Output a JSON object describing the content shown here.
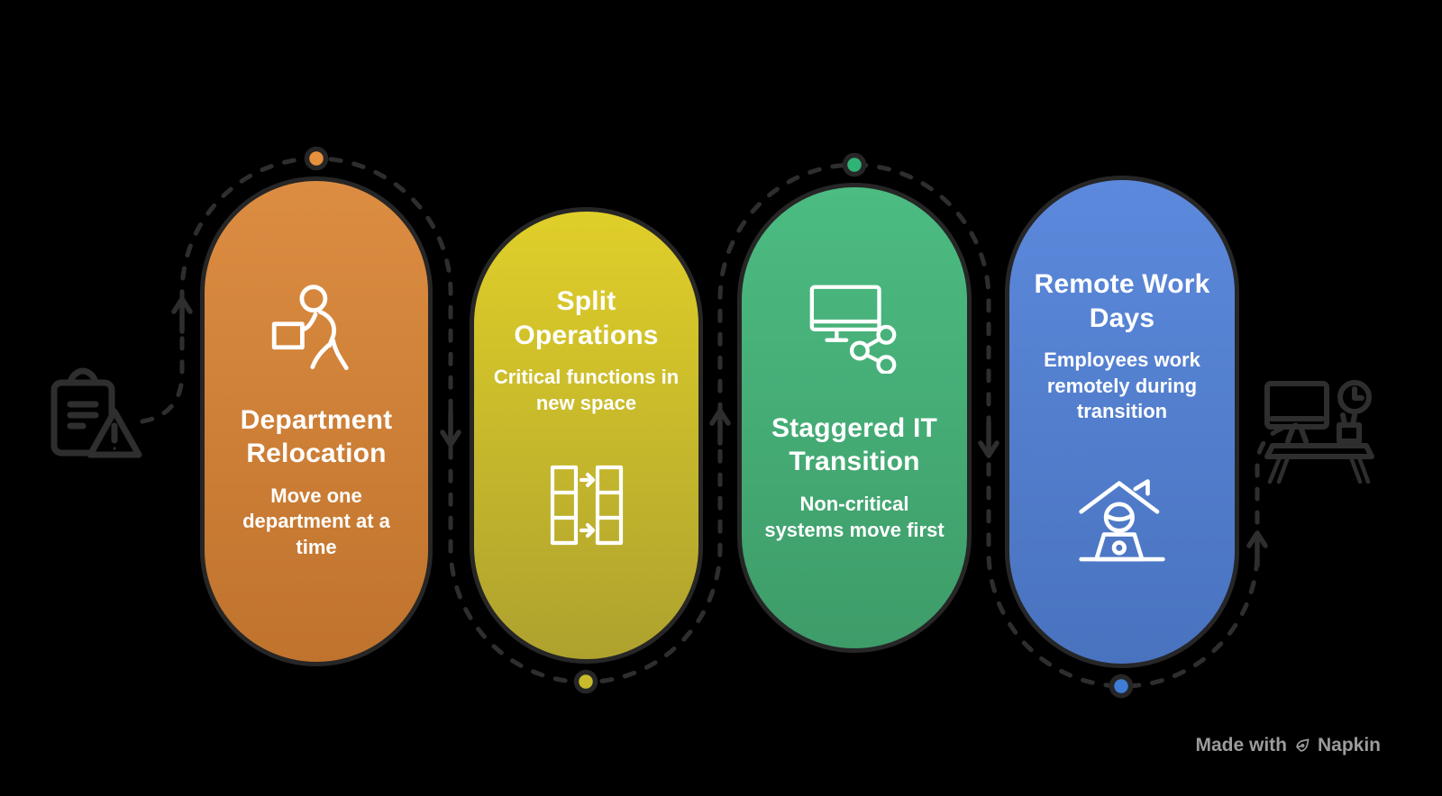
{
  "diagram": {
    "background_color": "#000000",
    "connector": {
      "style": "dashed",
      "color": "#2e2e2e",
      "direction_arrows": [
        "up",
        "down",
        "up",
        "down",
        "up"
      ]
    },
    "side_icons": {
      "left": "clipboard-warning-icon",
      "right": "desk-workspace-icon"
    }
  },
  "steps": [
    {
      "title": "Department Relocation",
      "description": "Move one department at a time",
      "icon": "person-carrying-box-icon",
      "dot_position": "top",
      "color_top": "#dc8d42",
      "color_bottom": "#c0732d",
      "dot_color": "#e8913c"
    },
    {
      "title": "Split Operations",
      "description": "Critical functions in new space",
      "icon": "data-migration-icon",
      "dot_position": "bottom",
      "color_top": "#e0cf29",
      "color_bottom": "#aea22e",
      "dot_color": "#c9ba2b"
    },
    {
      "title": "Staggered IT Transition",
      "description": "Non-critical systems move first",
      "icon": "monitor-network-icon",
      "dot_position": "top",
      "color_top": "#4cbc82",
      "color_bottom": "#3e9c69",
      "dot_color": "#31b377"
    },
    {
      "title": "Remote Work Days",
      "description": "Employees work remotely during transition",
      "icon": "remote-work-icon",
      "dot_position": "bottom",
      "color_top": "#5c89dc",
      "color_bottom": "#4973bf",
      "dot_color": "#3e7cd6"
    }
  ],
  "watermark": {
    "prefix": "Made with",
    "brand": "Napkin"
  }
}
